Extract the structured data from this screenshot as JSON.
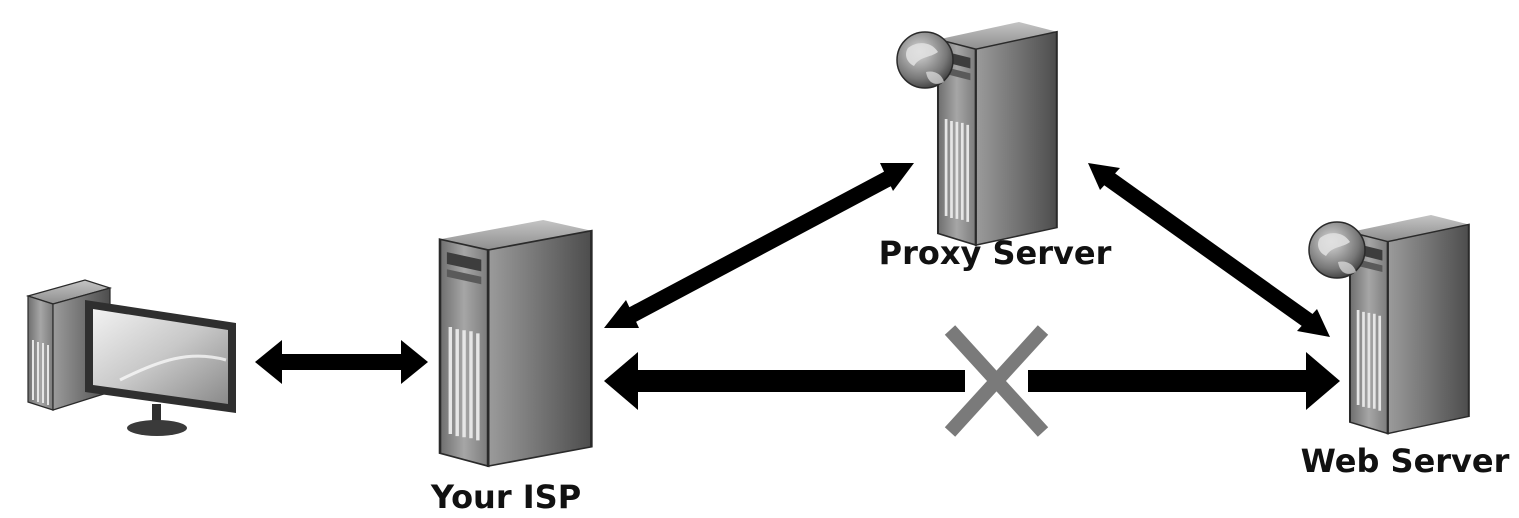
{
  "diagram": {
    "nodes": {
      "client": {
        "label": "",
        "icon": "desktop-computer-icon"
      },
      "isp": {
        "label": "Your ISP",
        "icon": "server-tower-icon"
      },
      "proxy": {
        "label": "Proxy Server",
        "icon": "web-server-tower-icon"
      },
      "web": {
        "label": "Web Server",
        "icon": "web-server-tower-icon"
      }
    },
    "connections": [
      {
        "from": "client",
        "to": "isp",
        "direction": "both",
        "blocked": false
      },
      {
        "from": "isp",
        "to": "proxy",
        "direction": "both",
        "blocked": false
      },
      {
        "from": "proxy",
        "to": "web",
        "direction": "both",
        "blocked": false
      },
      {
        "from": "isp",
        "to": "web",
        "direction": "both",
        "blocked": true
      }
    ],
    "colors": {
      "arrow": "#000000",
      "blocked_mark": "#7a7a7a",
      "server_dark": "#4a4a4a",
      "server_light": "#9a9a9a"
    }
  }
}
